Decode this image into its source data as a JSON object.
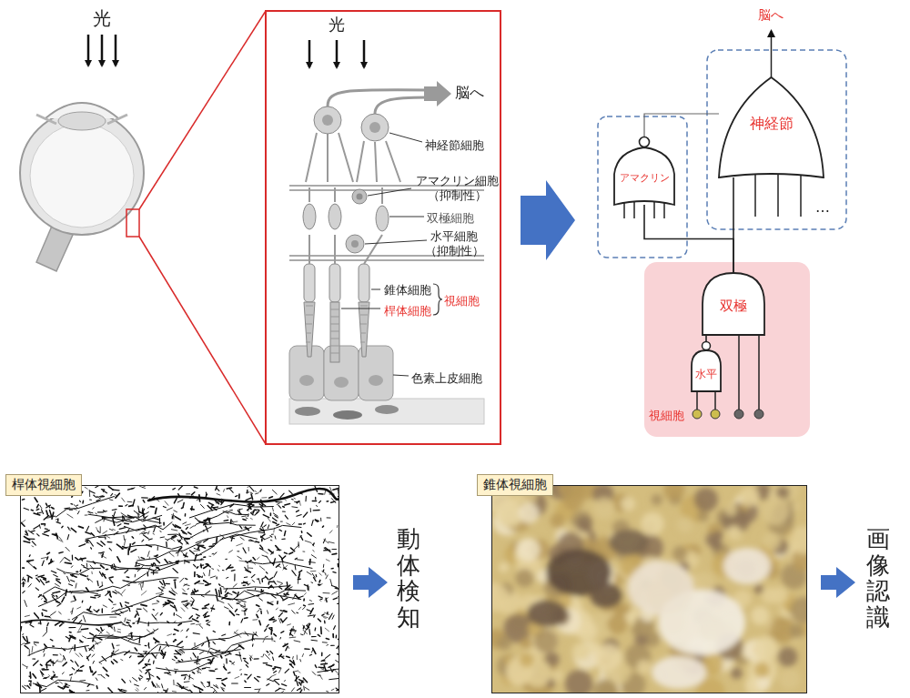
{
  "diagram": {
    "nodes": [
      {
        "text": [
          "アマクリン"
        ]
      },
      {
        "text": [
          "神経節"
        ]
      },
      {
        "text": [
          "視細胞"
        ]
      },
      {
        "text": [
          "双極"
        ],
        "in": 2
      },
      {
        "text": [
          "水平"
        ],
        "in": 2
      },
      {
        "text": [
          "桿体視細胞"
        ]
      },
      {
        "text": [
          "錐体視細胞"
        ]
      }
    ],
    "edges": [
      {
        "from": 4,
        "to": 3,
        "arrow": "none"
      },
      {
        "from": 3,
        "to": 1,
        "arrow": "none"
      },
      {
        "from": 3,
        "to": 0,
        "arrow": "none"
      },
      {
        "from": 0,
        "to": 1,
        "arrow": "none"
      }
    ],
    "labels": [
      "光",
      "光",
      "脳へ",
      "神経節細胞",
      "アマクリン細胞 （抑制性）",
      "双極細胞",
      "水平細胞 （抑制性）",
      "錐体細胞",
      "桿体細胞",
      "視細胞",
      "色素上皮細胞",
      "脳へ",
      "…",
      "動体検知",
      "画像認識"
    ]
  }
}
